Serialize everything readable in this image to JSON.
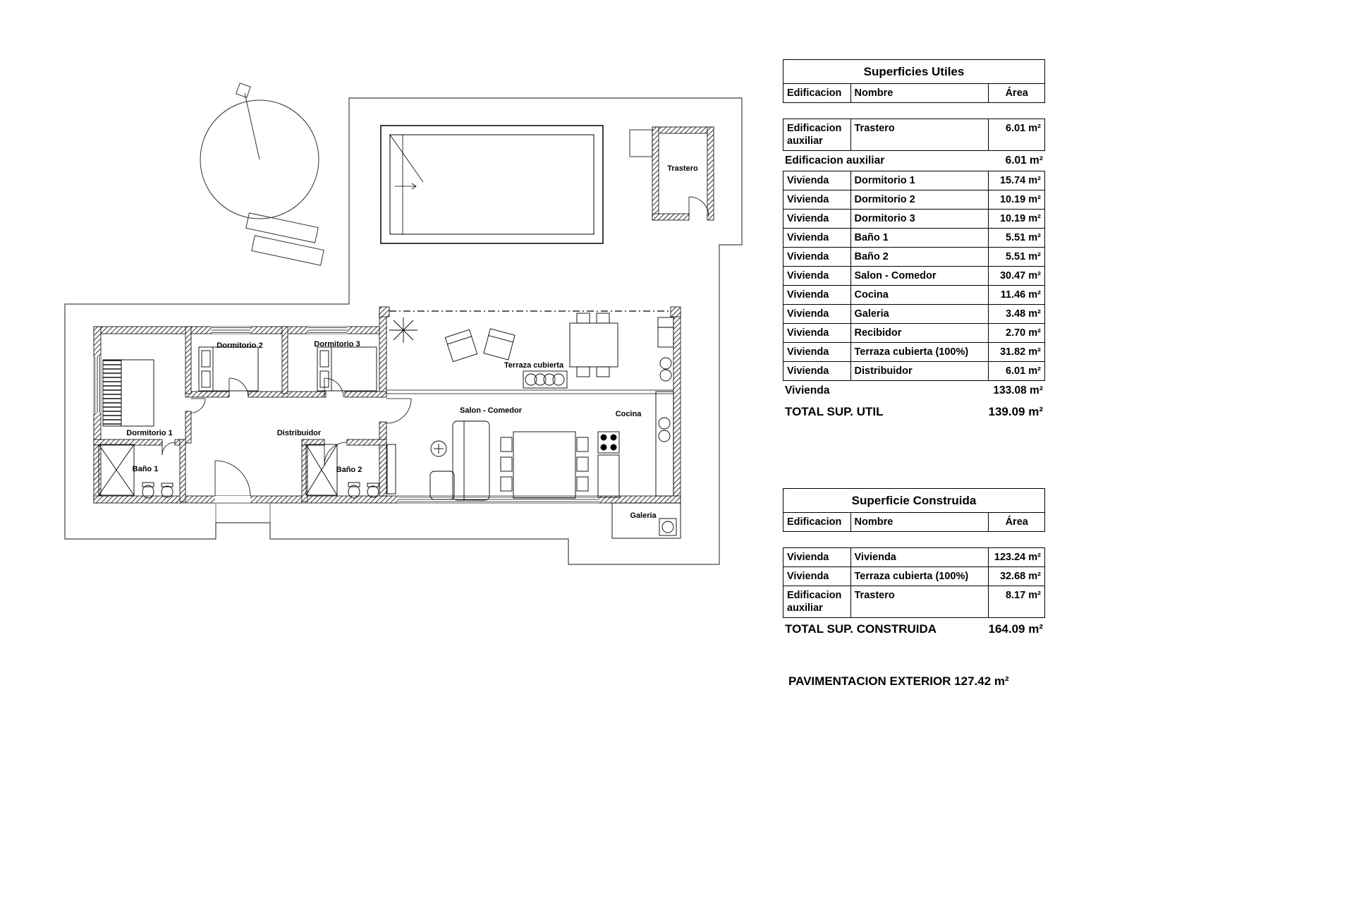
{
  "plan": {
    "room_labels": {
      "trastero": "Trastero",
      "dormitorio_1": "Dormitorio 1",
      "dormitorio_2": "Dormitorio 2",
      "dormitorio_3": "Dormitorio 3",
      "bano_1": "Baño 1",
      "bano_2": "Baño 2",
      "distribuidor": "Distribuidor",
      "salon_comedor": "Salon - Comedor",
      "cocina": "Cocina",
      "galeria": "Galeria",
      "terraza_cubierta": "Terraza cubierta"
    }
  },
  "superficies_utiles": {
    "title": "Superficies Utiles",
    "headers": {
      "edificacion": "Edificacion",
      "nombre": "Nombre",
      "area": "Área"
    },
    "aux_rows": [
      {
        "edificacion": "Edificacion auxiliar",
        "nombre": "Trastero",
        "area": "6.01 m²"
      }
    ],
    "aux_subtotal": {
      "label": "Edificacion auxiliar",
      "value": "6.01 m²"
    },
    "vivienda_rows": [
      {
        "edificacion": "Vivienda",
        "nombre": "Dormitorio 1",
        "area": "15.74 m²"
      },
      {
        "edificacion": "Vivienda",
        "nombre": "Dormitorio 2",
        "area": "10.19 m²"
      },
      {
        "edificacion": "Vivienda",
        "nombre": "Dormitorio 3",
        "area": "10.19 m²"
      },
      {
        "edificacion": "Vivienda",
        "nombre": "Baño 1",
        "area": "5.51 m²"
      },
      {
        "edificacion": "Vivienda",
        "nombre": "Baño 2",
        "area": "5.51 m²"
      },
      {
        "edificacion": "Vivienda",
        "nombre": "Salon - Comedor",
        "area": "30.47 m²"
      },
      {
        "edificacion": "Vivienda",
        "nombre": "Cocina",
        "area": "11.46 m²"
      },
      {
        "edificacion": "Vivienda",
        "nombre": "Galeria",
        "area": "3.48 m²"
      },
      {
        "edificacion": "Vivienda",
        "nombre": "Recibidor",
        "area": "2.70 m²"
      },
      {
        "edificacion": "Vivienda",
        "nombre": "Terraza cubierta (100%)",
        "area": "31.82 m²"
      },
      {
        "edificacion": "Vivienda",
        "nombre": "Distribuidor",
        "area": "6.01 m²"
      }
    ],
    "vivienda_subtotal": {
      "label": "Vivienda",
      "value": "133.08 m²"
    },
    "total": {
      "label": "TOTAL SUP. UTIL",
      "value": "139.09 m²"
    }
  },
  "superficie_construida": {
    "title": "Superficie Construida",
    "headers": {
      "edificacion": "Edificacion",
      "nombre": "Nombre",
      "area": "Área"
    },
    "rows": [
      {
        "edificacion": "Vivienda",
        "nombre": "Vivienda",
        "area": "123.24 m²"
      },
      {
        "edificacion": "Vivienda",
        "nombre": "Terraza cubierta (100%)",
        "area": "32.68 m²"
      },
      {
        "edificacion": "Edificacion auxiliar",
        "nombre": "Trastero",
        "area": "8.17 m²"
      }
    ],
    "total": {
      "label": "TOTAL SUP. CONSTRUIDA",
      "value": "164.09 m²"
    }
  },
  "footer": {
    "pavimentacion": "PAVIMENTACION EXTERIOR 127.42 m²"
  }
}
